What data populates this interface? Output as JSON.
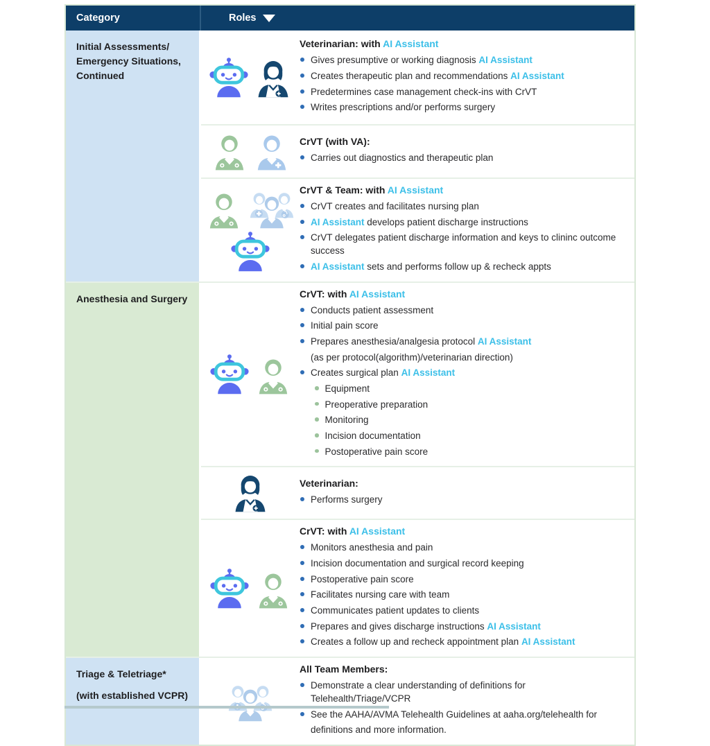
{
  "header": {
    "category_label": "Category",
    "roles_label": "Roles",
    "roles_dropdown_icon": "triangle-down"
  },
  "colors": {
    "header_navy": "#0d3e68",
    "ai_assistant_cyan": "#3bbfe8",
    "bullet_blue": "#2f6db5",
    "sub_bullet_green": "#9cc39c",
    "category_blue_bg": "#cfe2f3",
    "category_green_bg": "#d9ead3",
    "table_border_green": "#d9e8d6",
    "robot_cyan": "#3ec6dd",
    "robot_indigo": "#5b6cf0",
    "vet_navy": "#15476f",
    "person_green": "#9cc69c",
    "person_blue": "#a9c9ec",
    "team_blue": "#aecbea"
  },
  "groups": [
    {
      "category_lines": [
        "Initial Assessments/",
        "Emergency Situations,",
        "Continued"
      ],
      "category_bg": "#cfe2f3",
      "line_gap": false,
      "subrows": [
        {
          "icons": [
            [
              "robot",
              "vet-navy"
            ]
          ],
          "heading": [
            [
              "Veterinarian: with ",
              "d"
            ],
            [
              "AI Assistant",
              "ai"
            ]
          ],
          "bullets": [
            {
              "lv": 1,
              "segments": [
                [
                  "Gives presumptive or working diagnosis ",
                  "d"
                ],
                [
                  "AI Assistant",
                  "ai"
                ]
              ]
            },
            {
              "lv": 1,
              "segments": [
                [
                  "Creates therapeutic plan and recommendations ",
                  "d"
                ],
                [
                  "AI Assistant",
                  "ai"
                ]
              ]
            },
            {
              "lv": 1,
              "segments": [
                [
                  "Predetermines case management check-ins with CrVT",
                  "d"
                ]
              ]
            },
            {
              "lv": 1,
              "segments": [
                [
                  "Writes prescriptions and/or performs surgery",
                  "d"
                ]
              ]
            }
          ]
        },
        {
          "icons": [
            [
              "person-green",
              "person-blue"
            ]
          ],
          "heading": [
            [
              "CrVT (with VA):",
              "d"
            ]
          ],
          "bullets": [
            {
              "lv": 1,
              "segments": [
                [
                  "Carries out diagnostics and therapeutic plan",
                  "d"
                ]
              ]
            }
          ]
        },
        {
          "icons": [
            [
              "person-green",
              "team-blue"
            ],
            [
              "robot"
            ]
          ],
          "heading": [
            [
              "CrVT & Team: with ",
              "d"
            ],
            [
              "AI Assistant",
              "ai"
            ]
          ],
          "bullets": [
            {
              "lv": 1,
              "segments": [
                [
                  "CrVT creates and facilitates nursing plan",
                  "d"
                ]
              ]
            },
            {
              "lv": 1,
              "segments": [
                [
                  "AI Assistant",
                  "ai"
                ],
                [
                  " develops patient discharge instructions",
                  "d"
                ]
              ]
            },
            {
              "lv": 1,
              "segments": [
                [
                  "CrVT delegates patient discharge information and keys to clininc outcome success",
                  "d"
                ]
              ]
            },
            {
              "lv": 1,
              "segments": [
                [
                  "AI Assistant",
                  "ai"
                ],
                [
                  " sets and performs follow up & recheck appts",
                  "d"
                ]
              ]
            }
          ]
        }
      ]
    },
    {
      "category_lines": [
        "Anesthesia and Surgery"
      ],
      "category_bg": "#d9ead3",
      "line_gap": false,
      "subrows": [
        {
          "icons": [
            [
              "robot",
              "person-green"
            ]
          ],
          "heading": [
            [
              "CrVT: with ",
              "d"
            ],
            [
              "AI Assistant",
              "ai"
            ]
          ],
          "bullets": [
            {
              "lv": 1,
              "segments": [
                [
                  "Conducts patient assessment",
                  "d"
                ]
              ]
            },
            {
              "lv": 1,
              "segments": [
                [
                  "Initial pain score",
                  "d"
                ]
              ]
            },
            {
              "lv": 1,
              "segments": [
                [
                  "Prepares anesthesia/analgesia protocol ",
                  "d"
                ],
                [
                  "AI Assistant",
                  "ai"
                ]
              ]
            },
            {
              "lv": 0,
              "segments": [
                [
                  "(as per protocol(algorithm)/veterinarian direction)",
                  "d"
                ]
              ]
            },
            {
              "lv": 1,
              "segments": [
                [
                  "Creates surgical plan ",
                  "d"
                ],
                [
                  "AI Assistant",
                  "ai"
                ]
              ]
            },
            {
              "lv": 2,
              "segments": [
                [
                  "Equipment",
                  "d"
                ]
              ]
            },
            {
              "lv": 2,
              "segments": [
                [
                  "Preoperative preparation",
                  "d"
                ]
              ]
            },
            {
              "lv": 2,
              "segments": [
                [
                  "Monitoring",
                  "d"
                ]
              ]
            },
            {
              "lv": 2,
              "segments": [
                [
                  "Incision documentation",
                  "d"
                ]
              ]
            },
            {
              "lv": 2,
              "segments": [
                [
                  "Postoperative pain score",
                  "d"
                ]
              ]
            }
          ]
        },
        {
          "icons": [
            [
              "vet-navy"
            ]
          ],
          "heading": [
            [
              "Veterinarian:",
              "d"
            ]
          ],
          "bullets": [
            {
              "lv": 1,
              "segments": [
                [
                  "Performs surgery",
                  "d"
                ]
              ]
            }
          ]
        },
        {
          "icons": [
            [
              "robot",
              "person-green"
            ]
          ],
          "heading": [
            [
              "CrVT: with ",
              "d"
            ],
            [
              "AI Assistant",
              "ai"
            ]
          ],
          "bullets": [
            {
              "lv": 1,
              "segments": [
                [
                  "Monitors anesthesia and pain",
                  "d"
                ]
              ]
            },
            {
              "lv": 1,
              "segments": [
                [
                  "Incision documentation and surgical record keeping",
                  "d"
                ]
              ]
            },
            {
              "lv": 1,
              "segments": [
                [
                  "Postoperative pain score",
                  "d"
                ]
              ]
            },
            {
              "lv": 1,
              "segments": [
                [
                  "Facilitates nursing care with team",
                  "d"
                ]
              ]
            },
            {
              "lv": 1,
              "segments": [
                [
                  "Communicates patient updates to clients",
                  "d"
                ]
              ]
            },
            {
              "lv": 1,
              "segments": [
                [
                  "Prepares and gives discharge instructions ",
                  "d"
                ],
                [
                  "AI Assistant",
                  "ai"
                ]
              ]
            },
            {
              "lv": 1,
              "segments": [
                [
                  "Creates a follow up and recheck appointment plan ",
                  "d"
                ],
                [
                  "AI Assistant",
                  "ai"
                ]
              ]
            }
          ]
        }
      ]
    },
    {
      "category_lines": [
        "Triage & Teletriage*",
        "(with established VCPR)"
      ],
      "category_bg": "#cfe2f3",
      "line_gap": true,
      "subrows": [
        {
          "icons": [
            [
              "team-blue"
            ]
          ],
          "heading": [
            [
              "All Team Members:",
              "d"
            ]
          ],
          "bullets": [
            {
              "lv": 1,
              "segments": [
                [
                  "Demonstrate a clear understanding of definitions for Telehealth/Triage/VCPR",
                  "d"
                ]
              ]
            },
            {
              "lv": 1,
              "segments": [
                [
                  "See the AAHA/AVMA Telehealth Guidelines at aaha.org/telehealth for",
                  "d"
                ]
              ]
            },
            {
              "lv": 0,
              "segments": [
                [
                  "definitions and more information.",
                  "d"
                ]
              ]
            }
          ]
        }
      ]
    }
  ]
}
